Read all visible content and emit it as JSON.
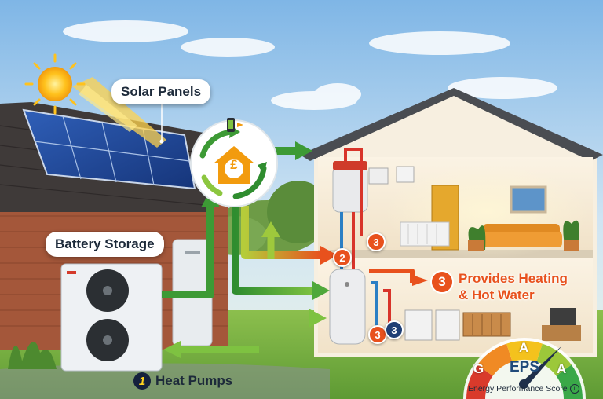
{
  "labels": {
    "solar_panels": "Solar Panels",
    "battery_storage": "Battery Storage",
    "heat_pumps_number": "1",
    "heat_pumps": "Heat Pumps"
  },
  "callout": {
    "number": "3",
    "line1": "Provides Heating",
    "line2": "& Hot Water"
  },
  "step_badges": {
    "two": "2",
    "three_upper": "3",
    "three_lower": "3",
    "three_blue": "3"
  },
  "hub": {
    "currency_symbol": "£"
  },
  "gauge": {
    "left_letter": "G",
    "top_letter": "A",
    "right_letter": "A",
    "center_label": "EPS",
    "caption": "Energy Performance Score",
    "colors": [
      "#d93a2b",
      "#f08a24",
      "#f4c21d",
      "#9cc83a",
      "#3aa848"
    ]
  },
  "colors": {
    "flow_green": "#3d9a35",
    "flow_orange": "#e8511d",
    "flow_blue": "#2b7fc4",
    "label_text": "#1d2a3a"
  },
  "icons": [
    "sun-icon",
    "phone-icon",
    "pound-house-icon",
    "cycle-arrows-icon",
    "info-icon"
  ]
}
